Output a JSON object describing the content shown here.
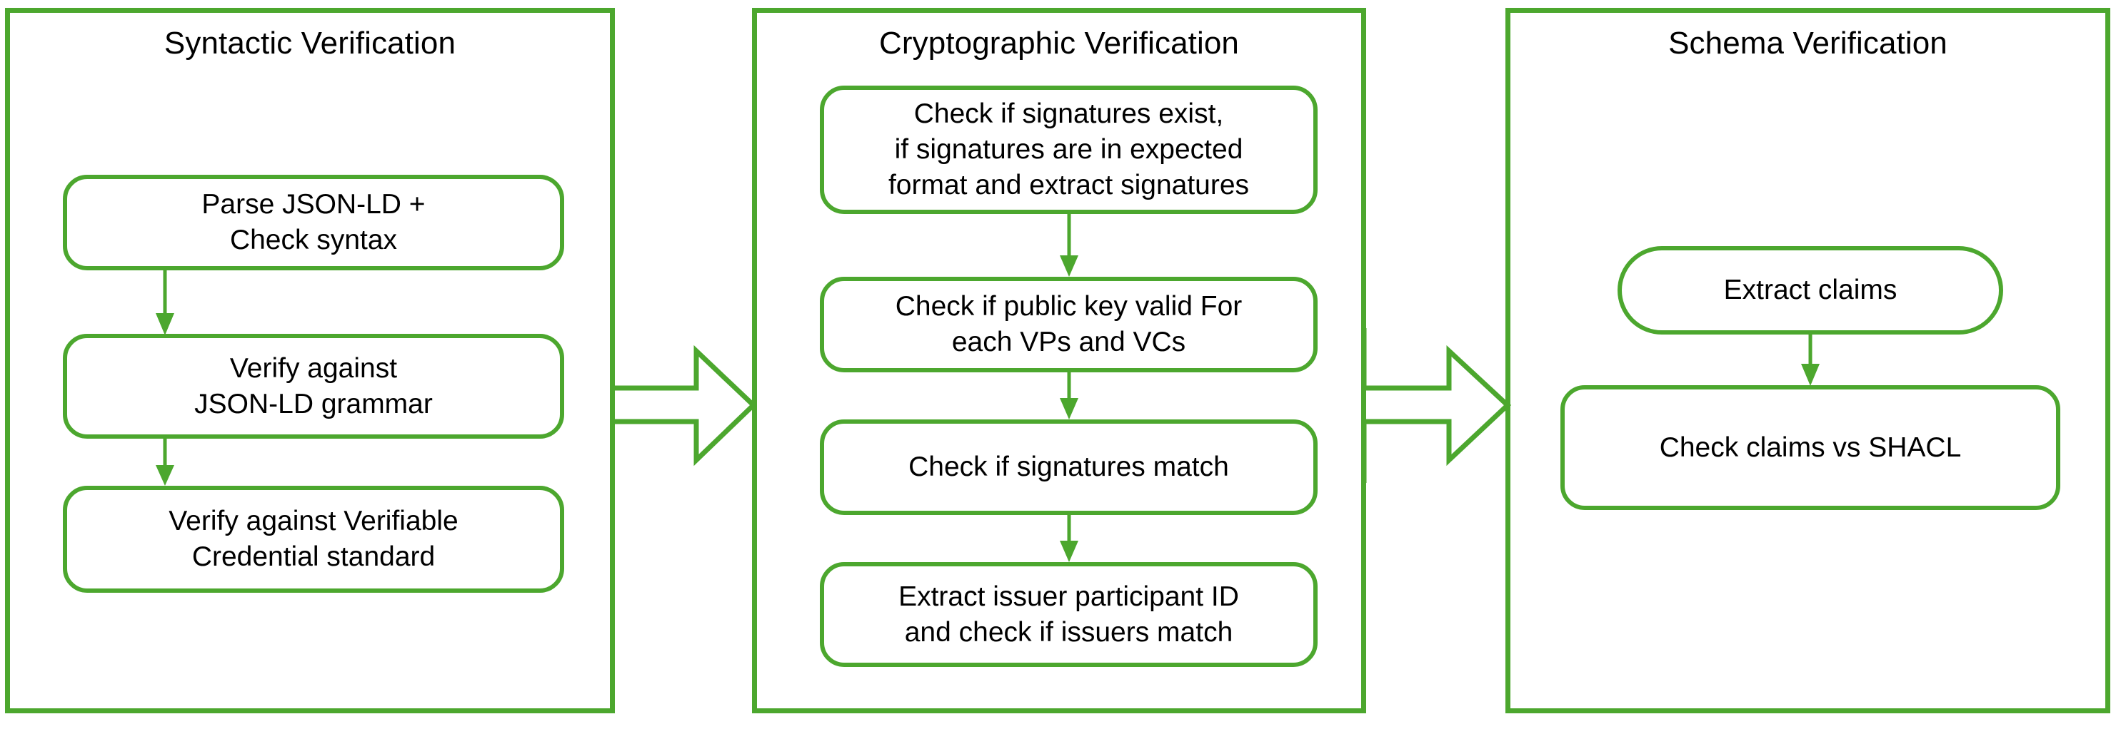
{
  "theme": {
    "accent_green": "#4CA72E",
    "text_color": "#000000",
    "background": "#FFFFFF"
  },
  "diagram": {
    "type": "flowchart",
    "orientation": "left-to-right stages, top-to-bottom steps",
    "stages": [
      {
        "id": "syntactic",
        "title": "Syntactic Verification",
        "steps": [
          {
            "id": "parse-jsonld",
            "shape": "rounded-rect",
            "lines": [
              "Parse JSON-LD +",
              "Check syntax"
            ]
          },
          {
            "id": "verify-grammar",
            "shape": "rounded-rect",
            "lines": [
              "Verify against",
              "JSON-LD grammar"
            ]
          },
          {
            "id": "verify-vc-standard",
            "shape": "rounded-rect",
            "lines": [
              "Verify against Verifiable",
              "Credential standard"
            ]
          }
        ]
      },
      {
        "id": "cryptographic",
        "title": "Cryptographic Verification",
        "steps": [
          {
            "id": "check-signatures-exist",
            "shape": "rounded-rect",
            "lines": [
              "Check if signatures exist,",
              "if signatures are in expected",
              "format and extract signatures"
            ]
          },
          {
            "id": "check-public-key",
            "shape": "rounded-rect",
            "lines": [
              "Check if public key valid For",
              "each VPs and VCs"
            ]
          },
          {
            "id": "check-signatures-match",
            "shape": "rounded-rect",
            "lines": [
              "Check if signatures match"
            ]
          },
          {
            "id": "extract-issuer-id",
            "shape": "rounded-rect",
            "lines": [
              "Extract issuer participant ID",
              "and check if issuers match"
            ]
          }
        ]
      },
      {
        "id": "schema",
        "title": "Schema Verification",
        "steps": [
          {
            "id": "extract-claims",
            "shape": "pill",
            "lines": [
              "Extract claims"
            ]
          },
          {
            "id": "check-claims-shacl",
            "shape": "rounded-rect",
            "lines": [
              "Check claims vs SHACL"
            ]
          }
        ]
      }
    ],
    "stage_connectors": [
      {
        "id": "syntactic-to-cryptographic",
        "shape": "block-arrow-right",
        "from": "syntactic",
        "to": "cryptographic"
      },
      {
        "id": "cryptographic-to-schema",
        "shape": "block-arrow-right",
        "from": "cryptographic",
        "to": "schema"
      }
    ],
    "step_connectors": [
      {
        "id": "parse-to-grammar",
        "from": "parse-jsonld",
        "to": "verify-grammar"
      },
      {
        "id": "grammar-to-vc",
        "from": "verify-grammar",
        "to": "verify-vc-standard"
      },
      {
        "id": "sigexist-to-pubkey",
        "from": "check-signatures-exist",
        "to": "check-public-key"
      },
      {
        "id": "pubkey-to-sigmatch",
        "from": "check-public-key",
        "to": "check-signatures-match"
      },
      {
        "id": "sigmatch-to-issuer",
        "from": "check-signatures-match",
        "to": "extract-issuer-id"
      },
      {
        "id": "claims-to-shacl",
        "from": "extract-claims",
        "to": "check-claims-shacl"
      }
    ]
  }
}
